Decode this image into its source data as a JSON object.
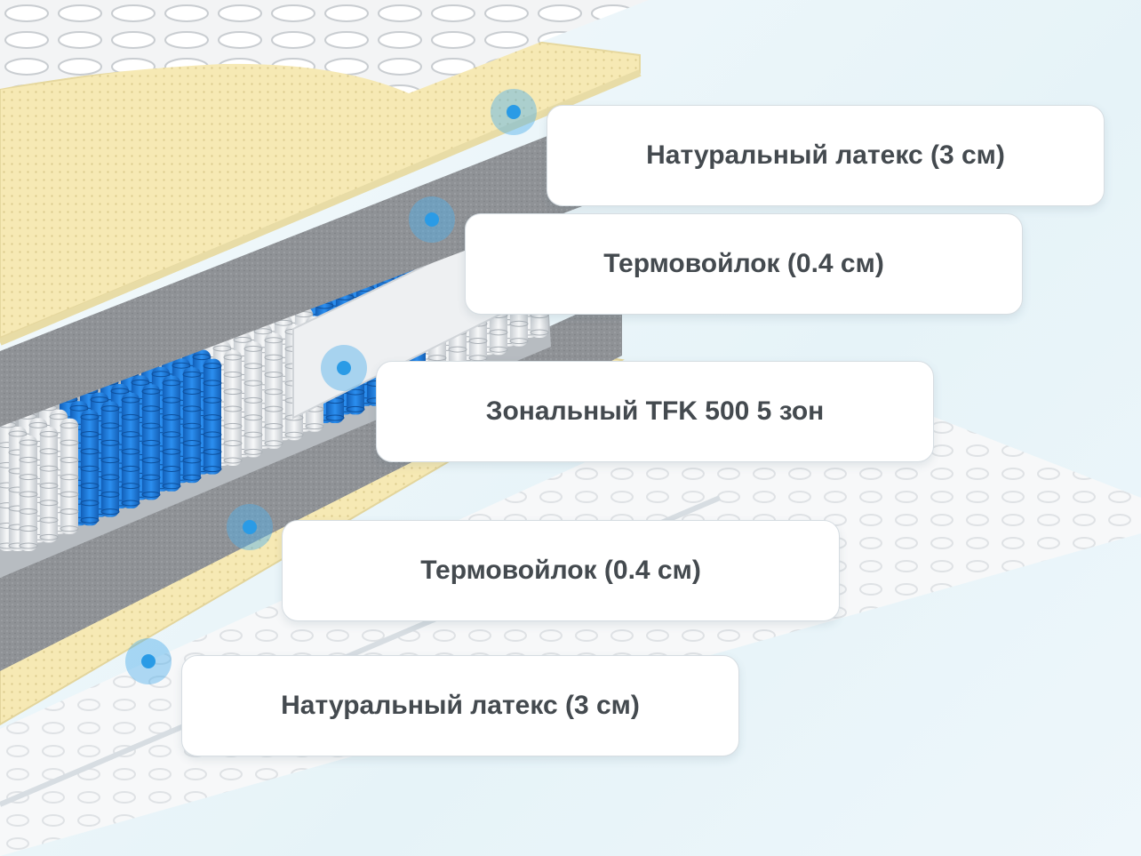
{
  "layers": [
    {
      "label": "Натуральный латекс (3 см)"
    },
    {
      "label": "Термовойлок (0.4 см)"
    },
    {
      "label": "Зональный TFK 500 5 зон"
    },
    {
      "label": "Термовойлок (0.4 см)"
    },
    {
      "label": "Натуральный латекс (3 см)"
    }
  ],
  "colors": {
    "latex": "#f6e9b4",
    "felt": "#8d9094",
    "spring_blue": "#1e7fdc",
    "spring_white": "#e9edf0",
    "marker": "#2a9be6"
  }
}
